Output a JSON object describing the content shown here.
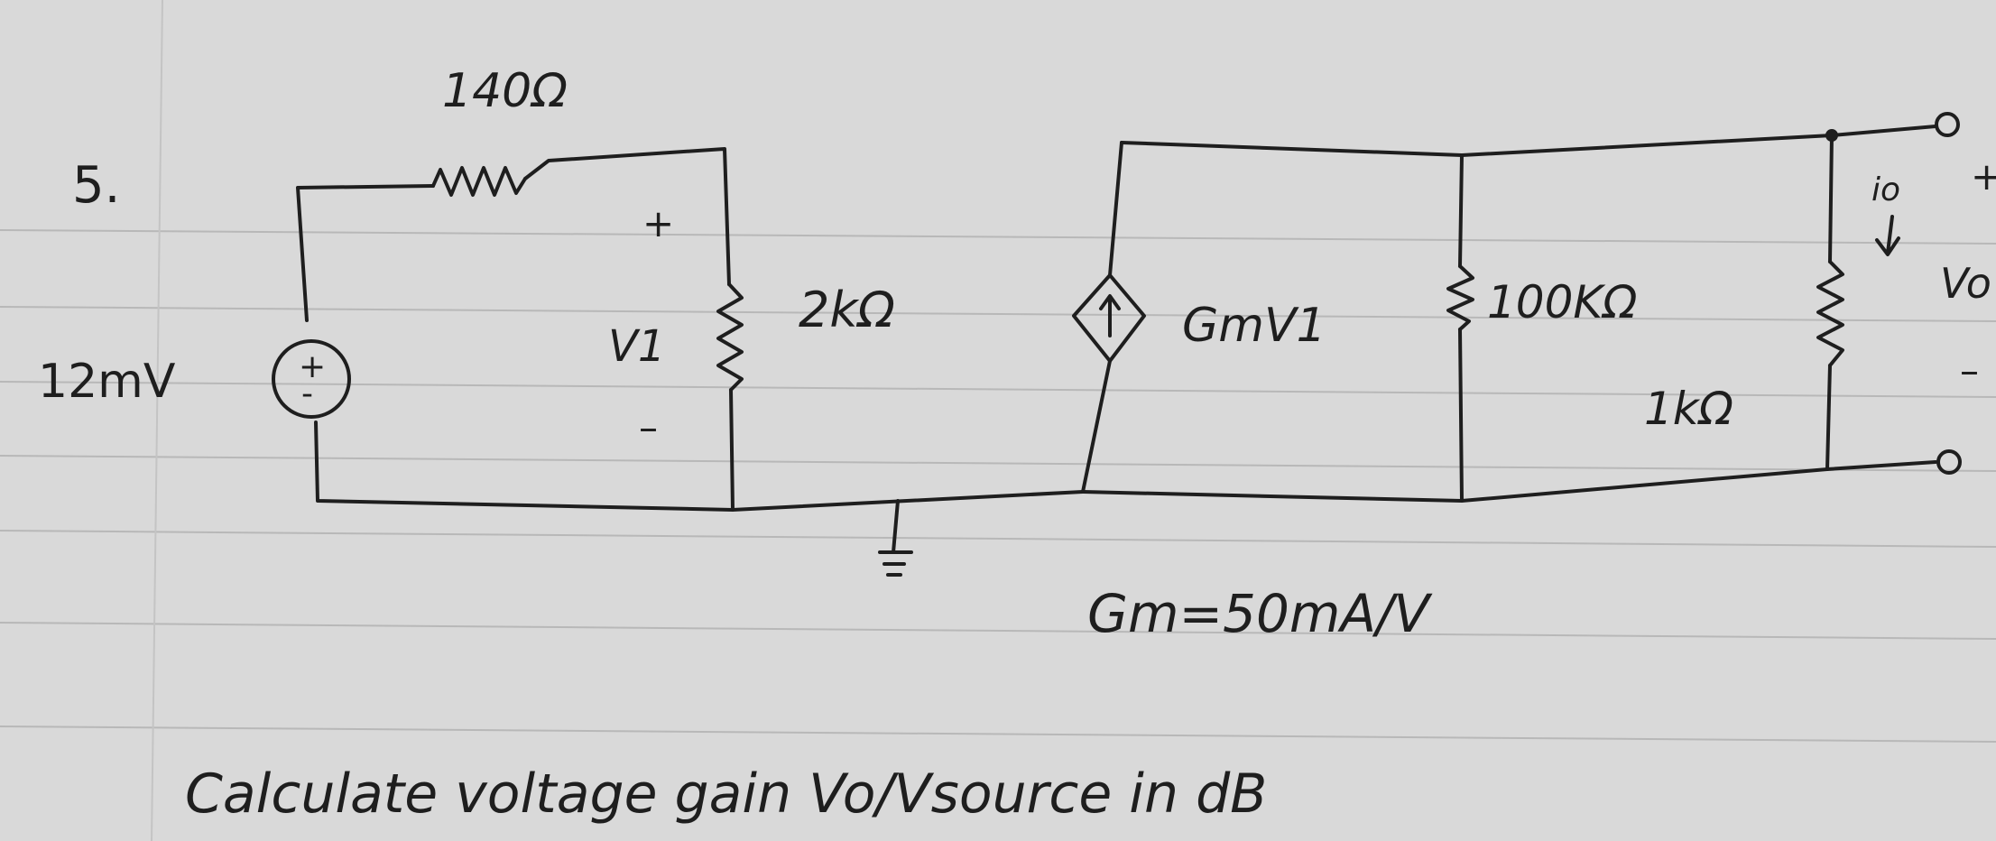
{
  "problem_number": "5.",
  "components": {
    "source_voltage": "12mV",
    "source_polarity_plus": "+",
    "source_polarity_minus": "-",
    "r_series": "140Ω",
    "r_input": "2kΩ",
    "v1_label": "V1",
    "v1_plus": "+",
    "v1_minus": "–",
    "dependent_source": "GmV1",
    "r_parallel": "100KΩ",
    "r_load": "1kΩ",
    "io_label": "io",
    "vo_label": "Vo",
    "vo_plus": "+",
    "vo_minus": "–"
  },
  "gm_note": "Gm=50mA/V",
  "question": "Calculate voltage gain Vo/Vsource in dB",
  "colors": {
    "ink": "#1e1e1e",
    "paper": "#d9d9d9",
    "rule_line": "#b8b8b8",
    "margin_line": "#c4c4c4"
  }
}
